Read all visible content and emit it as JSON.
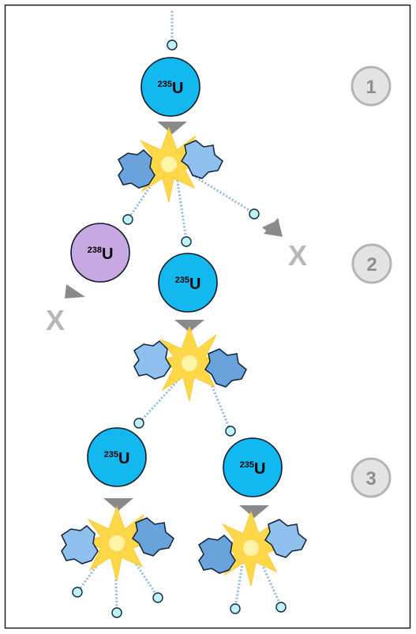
{
  "colors": {
    "uranium_235": "#12b8ee",
    "uranium_238": "#c8a8e0",
    "neutron": "#bff0fb",
    "burst": "#ffd84a",
    "fragment_dark": "#6aa2dc",
    "fragment_light": "#8fc0ee",
    "arrow": "#8a8a8a",
    "step_badge": "#e4e4e4"
  },
  "nuclei": [
    {
      "mass": "235",
      "symbol": "U"
    },
    {
      "mass": "238",
      "symbol": "U"
    },
    {
      "mass": "235",
      "symbol": "U"
    },
    {
      "mass": "235",
      "symbol": "U"
    },
    {
      "mass": "235",
      "symbol": "U"
    }
  ],
  "steps": [
    "1",
    "2",
    "3"
  ],
  "missed_markers": [
    "X",
    "X"
  ],
  "icons": {
    "neutron": "neutron-icon",
    "arrow": "arrow-down-icon",
    "fission": "fission-burst-icon",
    "fragment": "fragment-icon"
  }
}
